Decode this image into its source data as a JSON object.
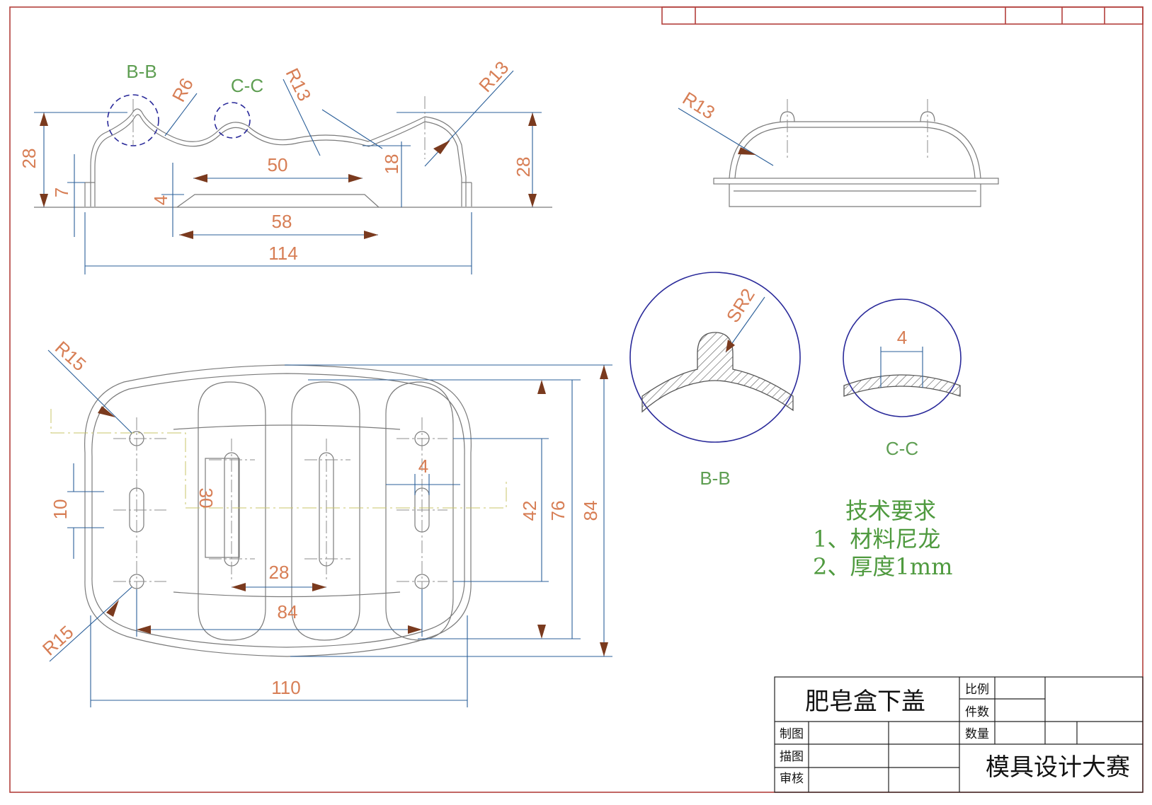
{
  "drawing": {
    "part_name": "肥皂盒下盖",
    "contest": "模具设计大赛",
    "title_block": {
      "scale_label": "比例",
      "pieces_label": "件数",
      "quantity_label": "数量",
      "drawn_label": "制图",
      "traced_label": "描图",
      "checked_label": "审核"
    },
    "tech_requirements": {
      "heading": "技术要求",
      "items": [
        "1、材料尼龙",
        "2、厚度1mm"
      ]
    },
    "section_labels": {
      "bb_top": "B-B",
      "cc_top": "C-C",
      "bb_detail": "B-B",
      "cc_detail": "C-C"
    },
    "dimensions": {
      "front": {
        "r6": "R6",
        "r13_a": "R13",
        "r13_b": "R13",
        "h28_left": "28",
        "h28_right": "28",
        "h7": "7",
        "h4": "4",
        "h18": "18",
        "w50": "50",
        "w58": "58",
        "w114": "114"
      },
      "side": {
        "r13": "R13"
      },
      "plan": {
        "r15_top": "R15",
        "r15_bottom": "R15",
        "h10": "10",
        "h30": "30",
        "w4": "4",
        "h42": "42",
        "h76": "76",
        "h84": "84",
        "w28": "28",
        "w84": "84",
        "w110": "110"
      },
      "detail_bb": {
        "sr2": "SR2"
      },
      "detail_cc": {
        "w4": "4"
      }
    }
  },
  "colors": {
    "border": "#b2403c",
    "dimension_text": "#d77e55",
    "section_text": "#5e9e52",
    "dimension_line": "#2b5f99",
    "detail_circle": "#2a2a9a",
    "arrow": "#7a3a1e"
  }
}
